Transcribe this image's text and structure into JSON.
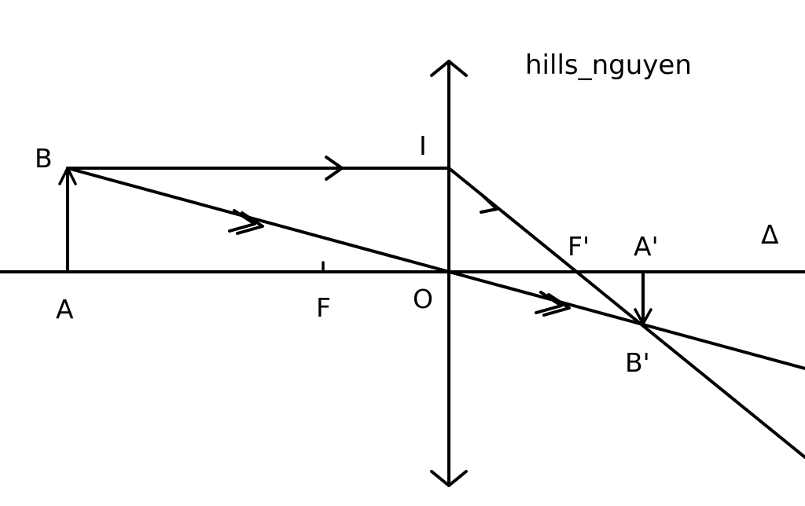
{
  "watermark": "hills_nguyen",
  "labels": {
    "B": "B",
    "A": "A",
    "F": "F",
    "O": "O",
    "I": "I",
    "F_prime": "F'",
    "A_prime": "A'",
    "B_prime": "B'",
    "axis": "Δ"
  },
  "colors": {
    "stroke": "#000000",
    "background": "#ffffff"
  }
}
